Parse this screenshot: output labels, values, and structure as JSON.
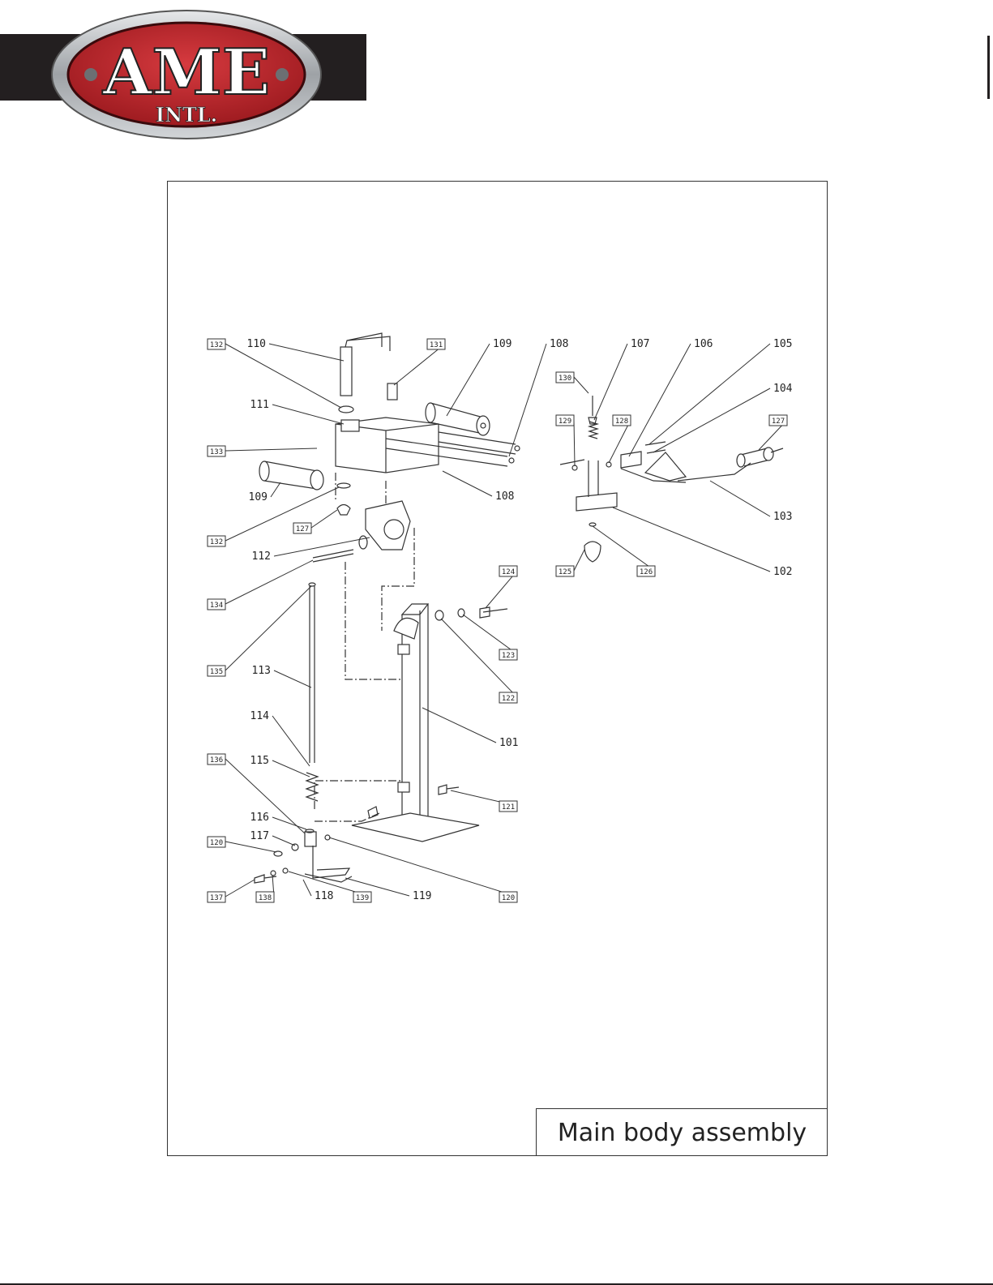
{
  "brand": {
    "logo_text": "AME",
    "logo_subtext": "INTL."
  },
  "diagram": {
    "title": "Main body assembly",
    "plain_labels": [
      "110",
      "109",
      "108",
      "107",
      "106",
      "105",
      "104",
      "111",
      "109",
      "108",
      "103",
      "112",
      "102",
      "113",
      "101",
      "114",
      "115",
      "116",
      "117",
      "118",
      "119"
    ],
    "boxed_labels": [
      "132",
      "131",
      "130",
      "129",
      "128",
      "127",
      "133",
      "132",
      "127",
      "134",
      "125",
      "126",
      "124",
      "135",
      "123",
      "122",
      "136",
      "121",
      "120",
      "137",
      "138",
      "139",
      "120"
    ]
  },
  "colors": {
    "header_bar": "#231f20",
    "logo_red": "#c1272d",
    "logo_silver": "#b9bcbf",
    "line": "#333333"
  }
}
